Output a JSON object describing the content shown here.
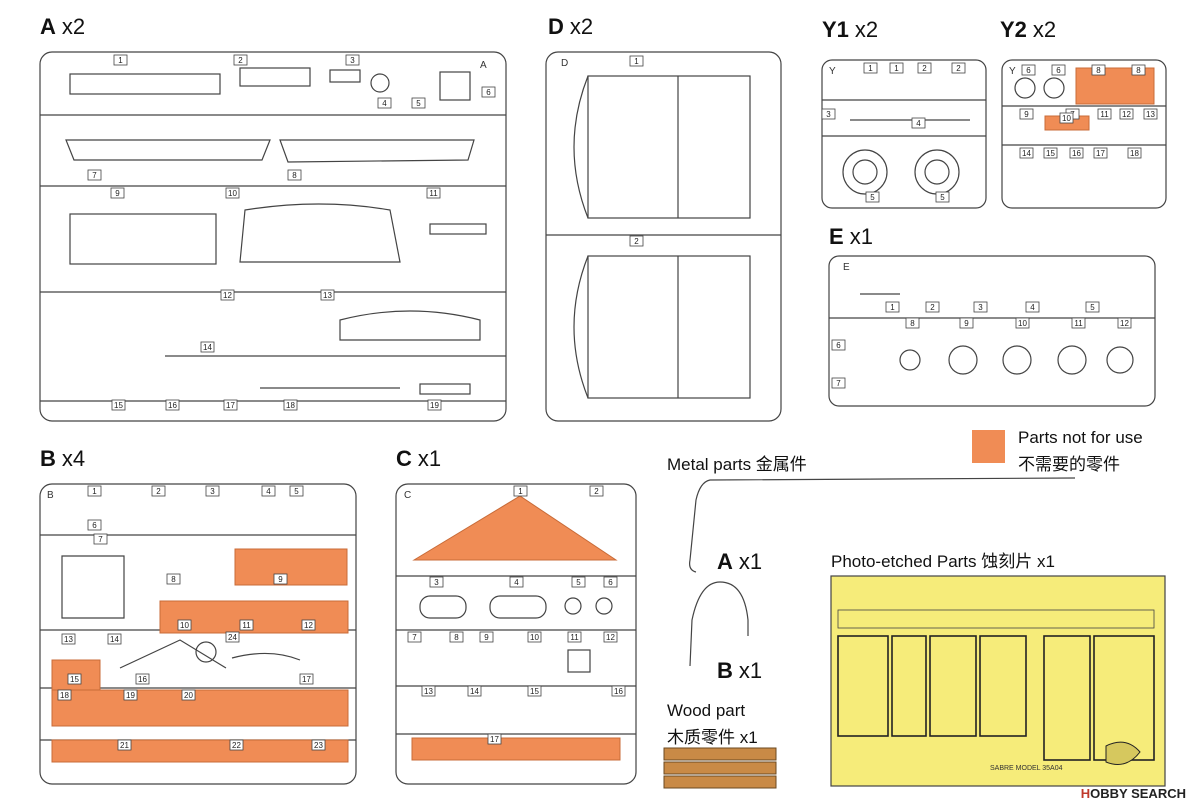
{
  "colors": {
    "unused": "#f08c55",
    "etch": "#f6ec7a",
    "wood": "#c98a46",
    "line": "#444444"
  },
  "sprues": {
    "A": {
      "title": "A",
      "qty": "x2",
      "tag": "A",
      "numbers": [
        "1",
        "2",
        "3",
        "4",
        "5",
        "6",
        "7",
        "8",
        "9",
        "10",
        "11",
        "12",
        "13",
        "14",
        "15",
        "16",
        "17",
        "18",
        "19"
      ]
    },
    "D": {
      "title": "D",
      "qty": "x2",
      "tag": "D",
      "numbers": [
        "1",
        "2"
      ]
    },
    "Y1": {
      "title": "Y1",
      "qty": "x2",
      "tag": "Y",
      "numbers": [
        "1",
        "1",
        "2",
        "2",
        "3",
        "4",
        "5",
        "5"
      ]
    },
    "Y2": {
      "title": "Y2",
      "qty": "x2",
      "tag": "Y",
      "numbers": [
        "6",
        "6",
        "7",
        "8",
        "8",
        "9",
        "10",
        "11",
        "12",
        "13",
        "14",
        "15",
        "16",
        "17",
        "18"
      ]
    },
    "E": {
      "title": "E",
      "qty": "x1",
      "tag": "E",
      "numbers": [
        "1",
        "2",
        "3",
        "4",
        "5",
        "6",
        "7",
        "8",
        "9",
        "10",
        "11",
        "12"
      ]
    },
    "B": {
      "title": "B",
      "qty": "x4",
      "tag": "B",
      "numbers": [
        "1",
        "2",
        "3",
        "4",
        "5",
        "6",
        "7",
        "8",
        "9",
        "10",
        "11",
        "12",
        "13",
        "14",
        "15",
        "16",
        "17",
        "18",
        "19",
        "20",
        "21",
        "22",
        "23",
        "24"
      ]
    },
    "C": {
      "title": "C",
      "qty": "x1",
      "tag": "C",
      "numbers": [
        "1",
        "2",
        "3",
        "4",
        "5",
        "6",
        "7",
        "8",
        "9",
        "10",
        "11",
        "12",
        "13",
        "14",
        "15",
        "16",
        "17"
      ]
    }
  },
  "legend": {
    "line1": "Parts not for use",
    "line2": "不需要的零件"
  },
  "metal": {
    "title": "Metal parts  金属件",
    "a": "A",
    "a_qty": "x1",
    "b": "B",
    "b_qty": "x1"
  },
  "photo_etched": {
    "title": "Photo-etched Parts  蚀刻片 x1",
    "maker": "SABRE MODEL 35A04"
  },
  "wood": {
    "line1": "Wood part",
    "line2": "木质零件 x1"
  },
  "watermark": {
    "part1": "H",
    "part2": "OBBY SEARCH"
  }
}
